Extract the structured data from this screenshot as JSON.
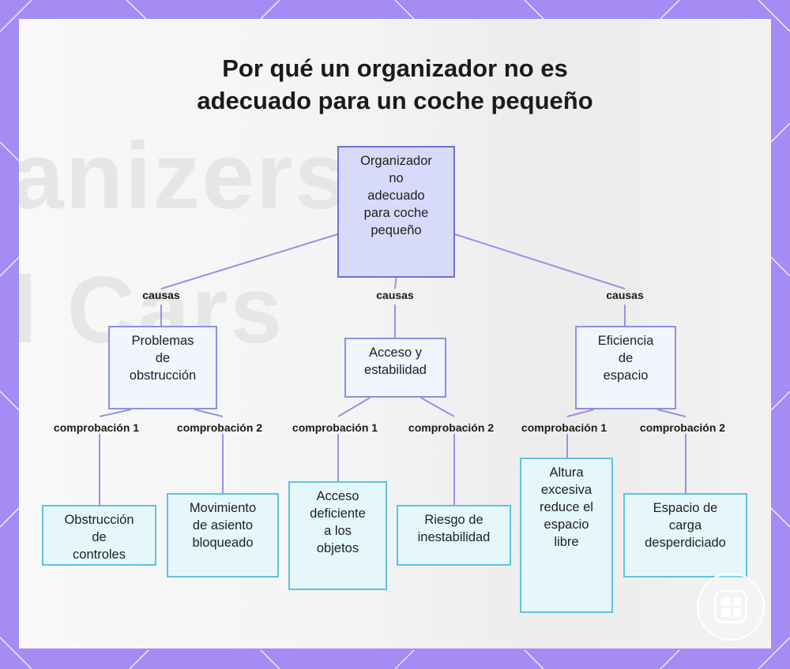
{
  "diagram": {
    "title_lines": [
      "Por qué un organizador no es",
      "adecuado para un coche pequeño"
    ],
    "background_text": [
      "anizers",
      "l Cars"
    ],
    "root": {
      "id": "root",
      "lines": [
        "Organizador",
        "no",
        "adecuado",
        "para coche",
        "pequeño"
      ]
    },
    "categories": [
      {
        "id": "c1",
        "lines": [
          "Problemas",
          "de",
          "obstrucción"
        ]
      },
      {
        "id": "c2",
        "lines": [
          "Acceso y",
          "estabilidad"
        ]
      },
      {
        "id": "c3",
        "lines": [
          "Eficiencia",
          "de",
          "espacio"
        ]
      }
    ],
    "leaves": [
      {
        "id": "l1",
        "lines": [
          "Obstrucción",
          "de",
          "controles"
        ]
      },
      {
        "id": "l2",
        "lines": [
          "Movimiento",
          "de asiento",
          "bloqueado"
        ]
      },
      {
        "id": "l3",
        "lines": [
          "Acceso",
          "deficiente",
          "a los",
          "objetos"
        ]
      },
      {
        "id": "l4",
        "lines": [
          "Riesgo de",
          "inestabilidad"
        ]
      },
      {
        "id": "l5",
        "lines": [
          "Altura",
          "excesiva",
          "reduce el",
          "espacio",
          "libre"
        ]
      },
      {
        "id": "l6",
        "lines": [
          "Espacio de",
          "carga",
          "desperdiciado"
        ]
      }
    ],
    "edges": [
      {
        "from": "root",
        "to": "c1",
        "label": "causas"
      },
      {
        "from": "root",
        "to": "c2",
        "label": "causas"
      },
      {
        "from": "root",
        "to": "c3",
        "label": "causas"
      },
      {
        "from": "c1",
        "to": "l1",
        "label": "comprobación 1"
      },
      {
        "from": "c1",
        "to": "l2",
        "label": "comprobación 2"
      },
      {
        "from": "c2",
        "to": "l3",
        "label": "comprobación 1"
      },
      {
        "from": "c2",
        "to": "l4",
        "label": "comprobación 2"
      },
      {
        "from": "c3",
        "to": "l5",
        "label": "comprobación 1"
      },
      {
        "from": "c3",
        "to": "l6",
        "label": "comprobación 2"
      }
    ],
    "colors": {
      "frame": "#a58cf5",
      "connector": "#a58be6",
      "root_fill": "#d8dafc",
      "root_border": "#6f6fd8",
      "category_fill": "#f2f4fe",
      "category_border": "#8d90e2",
      "leaf_fill": "#e6f7fc",
      "leaf_border": "#5ec3df"
    },
    "icons": {
      "watermark": "grid-logo-icon"
    }
  }
}
